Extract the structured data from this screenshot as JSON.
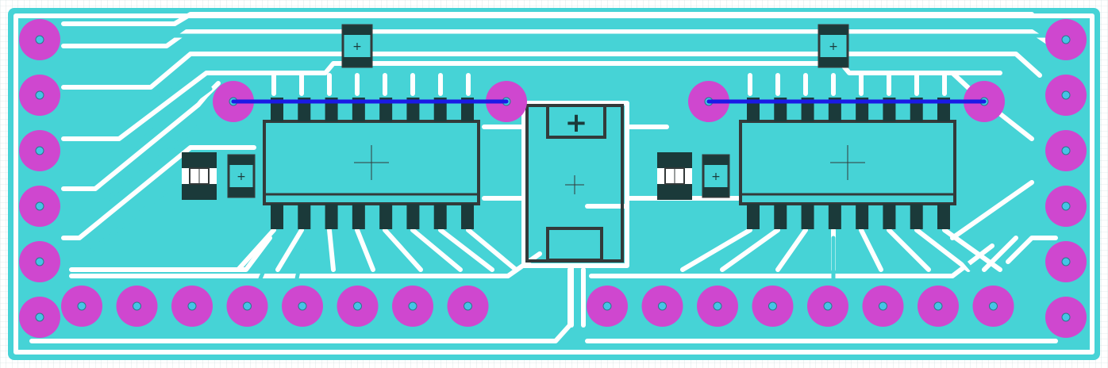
{
  "colors": {
    "background": "#ffffff",
    "grid": "#c9dcdc",
    "copper": "#46d3d6",
    "pad": "#cf47cf",
    "pad_hole": "#45c4e6",
    "component": "#1b3a3a",
    "jumper": "#1a1ae6"
  },
  "components": {
    "ic_left": {
      "pins_per_side": 8
    },
    "ic_right": {
      "pins_per_side": 8
    },
    "regulator": {
      "polarity_mark": "+"
    },
    "capacitors": [
      {
        "mark": "+"
      },
      {
        "mark": "+"
      },
      {
        "mark": "+"
      },
      {
        "mark": "+"
      }
    ]
  },
  "pads": {
    "left_column_count": 6,
    "right_column_count": 6,
    "bottom_row_count": 16
  },
  "jumpers": {
    "count": 2
  }
}
